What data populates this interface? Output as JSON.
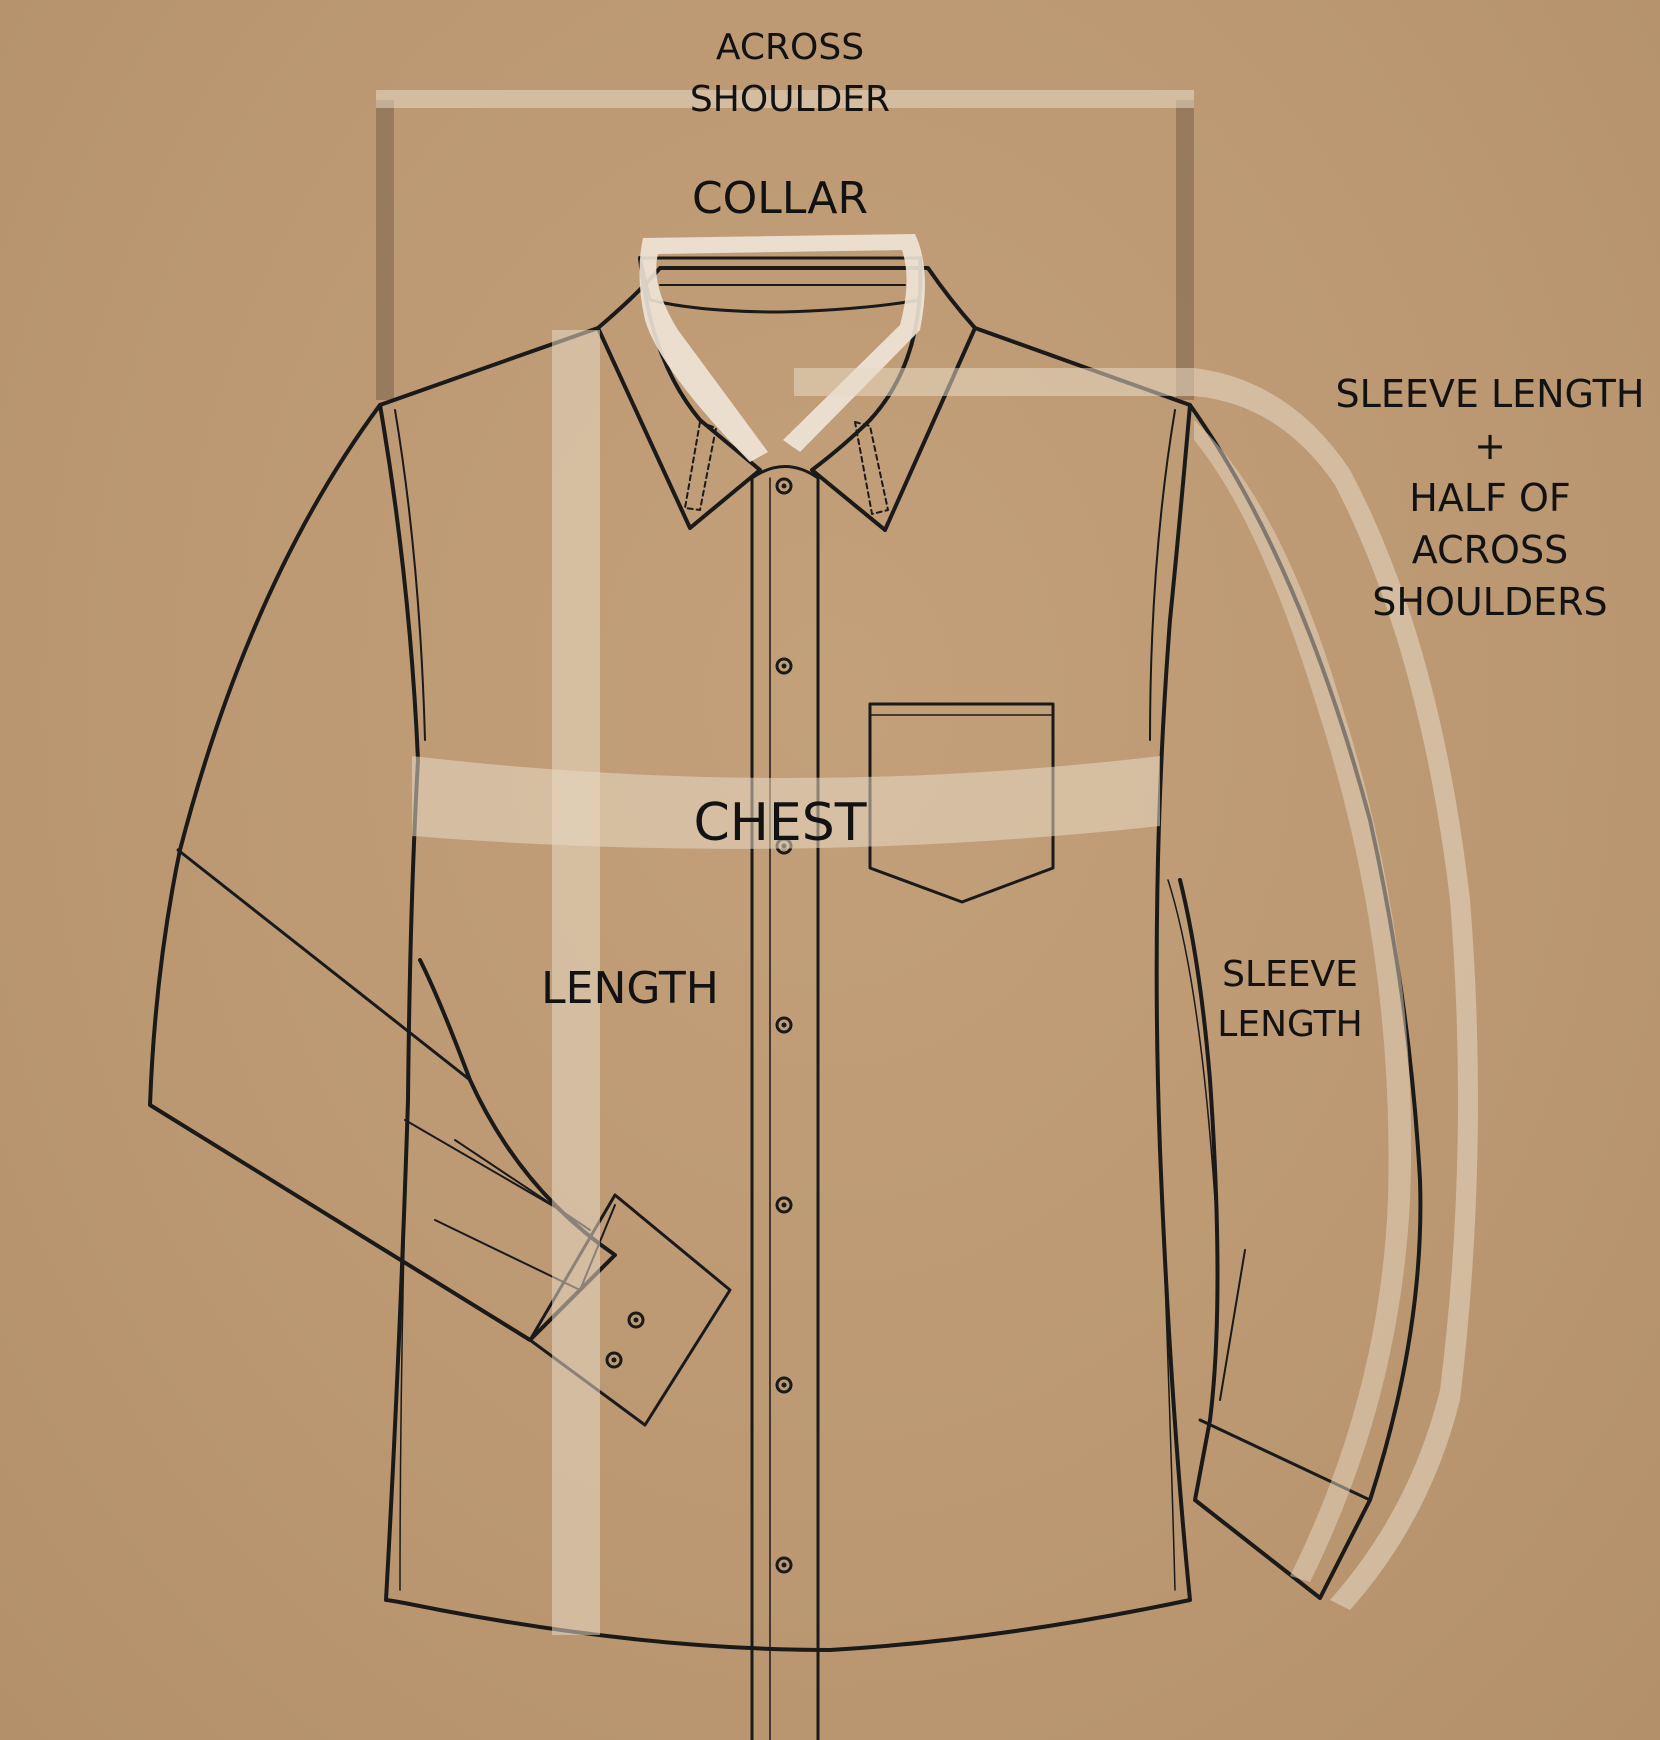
{
  "labels": {
    "across_shoulder": [
      "ACROSS",
      "SHOULDER"
    ],
    "collar": "COLLAR",
    "sleeve_plus_half": [
      "SLEEVE LENGTH",
      "+",
      "HALF OF",
      "ACROSS",
      "SHOULDERS"
    ],
    "chest": "CHEST",
    "length": "LENGTH",
    "sleeve_length": [
      "SLEEVE",
      "LENGTH"
    ]
  },
  "colors": {
    "background": "#bc9a74",
    "outline": "#1a1a1a",
    "measure_band": "#e8d8c4",
    "shoulder_frame": "#8d7358"
  }
}
